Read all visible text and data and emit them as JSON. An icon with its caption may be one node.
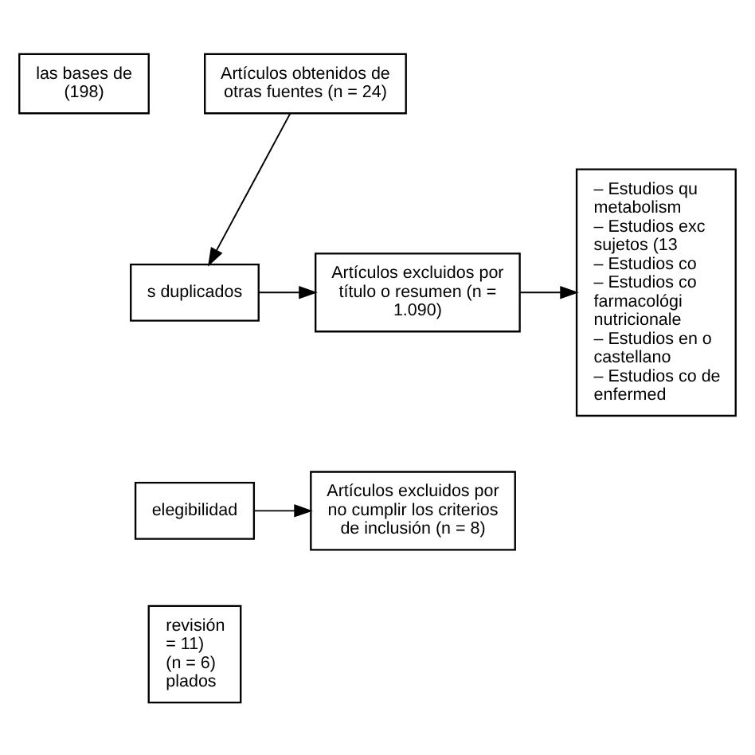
{
  "diagram": {
    "nodes": [
      {
        "text": [
          "las bases de",
          "(198)"
        ]
      },
      {
        "text": [
          "Artículos obtenidos de otras fuentes (n = 24)"
        ]
      },
      {
        "text": [
          "s duplicados"
        ]
      },
      {
        "text": [
          "Artículos excluidos por título o resumen (n = 1.090)"
        ]
      },
      {
        "text": [
          "– Estudios qu metabolism",
          "– Estudios exc sujetos (13",
          "– Estudios co",
          "– Estudios co farmacológi nutricionale",
          "– Estudios en o castellano",
          "– Estudios co de enfermed"
        ]
      },
      {
        "text": [
          "elegibilidad"
        ]
      },
      {
        "text": [
          "Artículos excluidos por no cumplir los criterios de inclusión (n = 8)"
        ]
      },
      {
        "text": [
          "revisión",
          "= 11)",
          "(n = 6)",
          "plados"
        ]
      }
    ],
    "edges": [
      {
        "from": 1,
        "to": 2,
        "arrow": "to"
      },
      {
        "from": 2,
        "to": 3,
        "arrow": "to"
      },
      {
        "from": 3,
        "to": 4,
        "arrow": "to"
      },
      {
        "from": 5,
        "to": 6,
        "arrow": "to"
      }
    ]
  }
}
